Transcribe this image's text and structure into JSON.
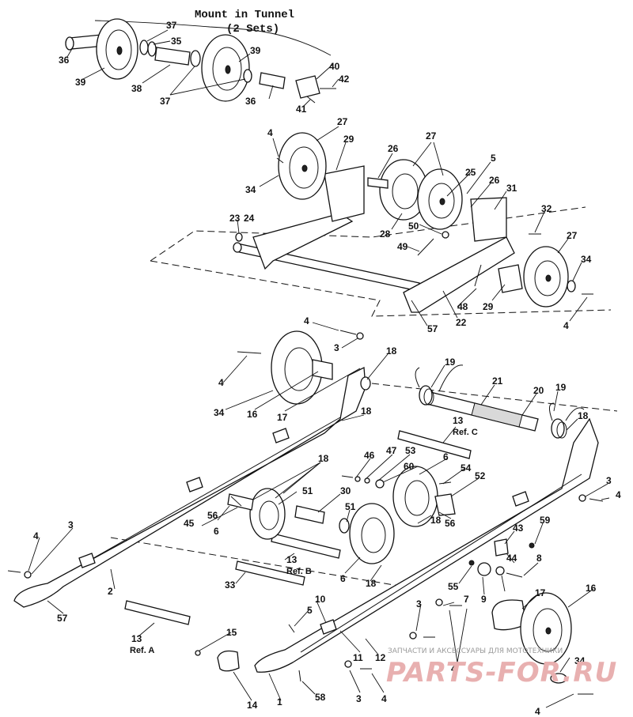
{
  "caption": {
    "line1": "Mount in Tunnel",
    "line2": "(2 Sets)"
  },
  "refs": {
    "ref_a": "Ref. A",
    "ref_b": "Ref. B",
    "ref_c": "Ref. C"
  },
  "watermark": {
    "text": "ЗАПЧАСТИ И АКСЕССУАРЫ ДЛЯ МОТОТЕХНИКИ",
    "logo": "PARTS-FOR.RU"
  },
  "callouts": [
    "1",
    "2",
    "3",
    "4",
    "5",
    "6",
    "7",
    "8",
    "9",
    "10",
    "11",
    "12",
    "13",
    "14",
    "15",
    "16",
    "17",
    "18",
    "19",
    "20",
    "21",
    "22",
    "23",
    "24",
    "25",
    "26",
    "27",
    "28",
    "29",
    "30",
    "31",
    "32",
    "33",
    "34",
    "35",
    "36",
    "37",
    "38",
    "39",
    "40",
    "41",
    "42",
    "43",
    "44",
    "45",
    "46",
    "47",
    "48",
    "49",
    "50",
    "51",
    "52",
    "53",
    "54",
    "55",
    "56",
    "57",
    "58",
    "59",
    "60"
  ]
}
